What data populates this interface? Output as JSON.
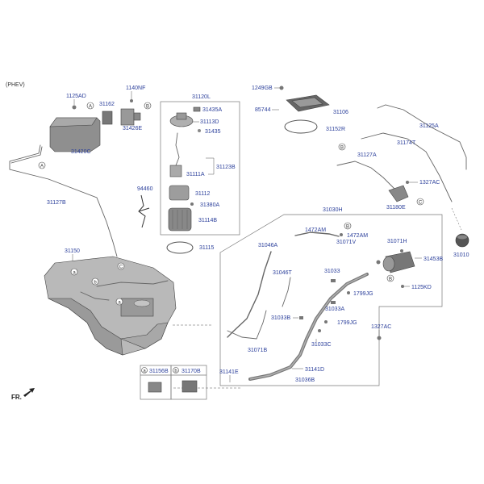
{
  "variant_label": "(PHEV)",
  "front_label": "FR.",
  "parts": {
    "p1125AD": "1125AD",
    "p1140NF": "1140NF",
    "p31162": "31162",
    "p31426E": "31426E",
    "p31420C": "31420C",
    "p31127B": "31127B",
    "p94460": "94460",
    "p31150": "31150",
    "p31120L": "31120L",
    "p31435A": "31435A",
    "p31113D": "31113D",
    "p31435": "31435",
    "p31123B": "31123B",
    "p31111A": "31111A",
    "p31112": "31112",
    "p31380A": "31380A",
    "p31114B": "31114B",
    "p31115": "31115",
    "p1249GB": "1249GB",
    "p85744": "85744",
    "p31106": "31106",
    "p31152R": "31152R",
    "p31125A": "31125A",
    "p31174T": "31174T",
    "p31127A": "31127A",
    "p1327AC_top": "1327AC",
    "p31180E": "31180E",
    "p31010": "31010",
    "p31030H": "31030H",
    "p1472AM_a": "1472AM",
    "p1472AM_b": "1472AM",
    "p31046A": "31046A",
    "p31071V": "31071V",
    "p31071H": "31071H",
    "p31453B": "31453B",
    "p1125KD": "1125KD",
    "p31033": "31033",
    "p31046T": "31046T",
    "p1799JG_a": "1799JG",
    "p31033A": "31033A",
    "p31033B": "31033B",
    "p1799JG_b": "1799JG",
    "p1327AC_bot": "1327AC",
    "p31071B": "31071B",
    "p31033C": "31033C",
    "p31141E": "31141E",
    "p31141D": "31141D",
    "p31036B": "31036B",
    "p31156B": "31156B",
    "p31170B": "31170B"
  },
  "callouts": {
    "a": "a",
    "b": "b",
    "A": "A",
    "B": "B",
    "C": "C"
  },
  "colors": {
    "label": "#2b3f9b",
    "tank": "#b9b9b9",
    "tank_dark": "#8e8e8e",
    "component": "#9a9a9a"
  }
}
